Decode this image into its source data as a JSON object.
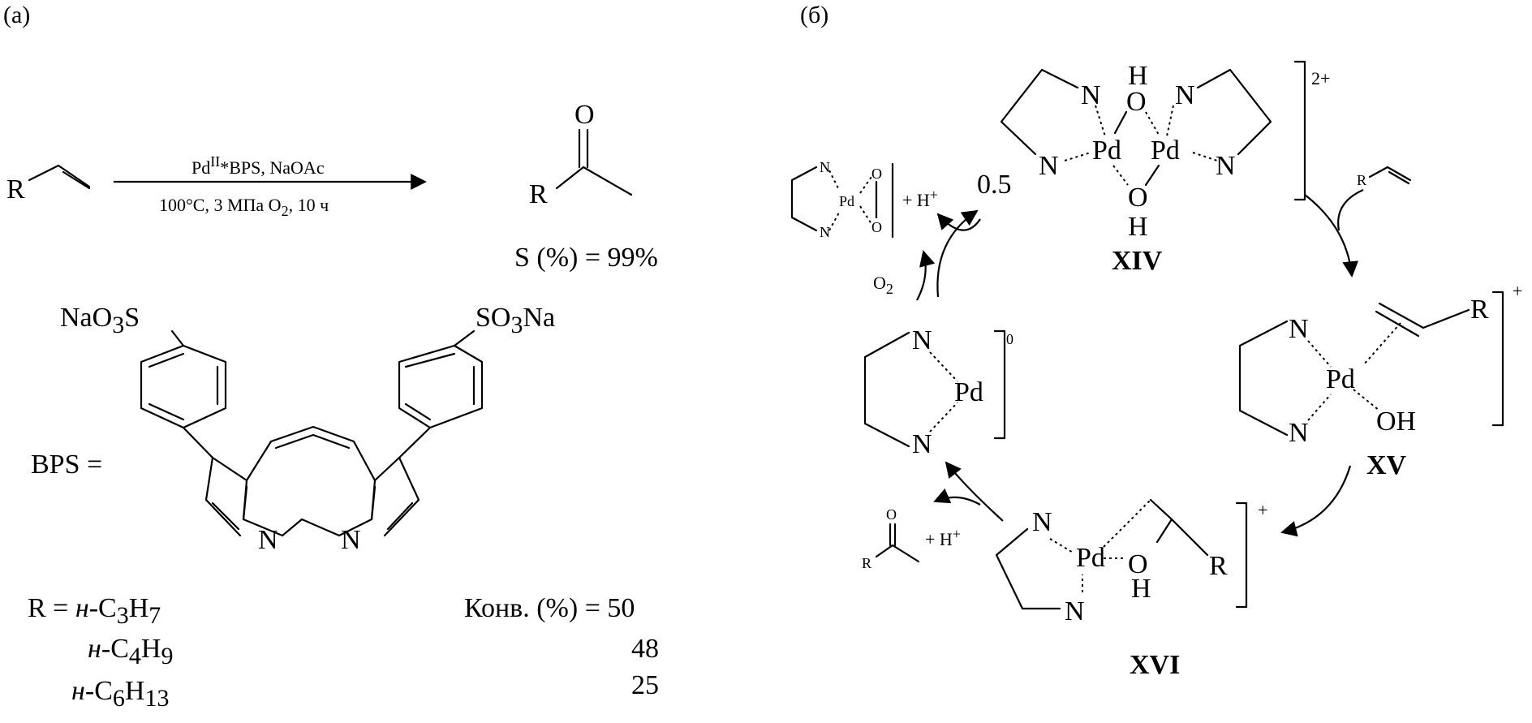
{
  "panel_a": {
    "label": "(а)",
    "reactant_r": "R",
    "catalyst_label_1": "Pd",
    "catalyst_label_sup": "II",
    "catalyst_label_2": "*BPS, NaOAc",
    "conditions_label_1": "100°C, 3 МПа O",
    "conditions_label_sub": "2",
    "conditions_label_2": ", 10 ч",
    "product_o": "O",
    "product_r": "R",
    "selectivity": "S (%) = 99%",
    "bps_label": "BPS =",
    "so3na_left_1": "NaO",
    "so3na_left_sub": "3",
    "so3na_left_2": "S",
    "so3na_right_1": "SO",
    "so3na_right_sub": "3",
    "so3na_right_2": "Na",
    "n_left": "N",
    "n_right": "N",
    "r_def_prefix": "R = ",
    "r1_1": "н",
    "r1_2": "-C",
    "r1_sub1": "3",
    "r1_3": "H",
    "r1_sub2": "7",
    "r2_1": "н",
    "r2_2": "-C",
    "r2_sub1": "4",
    "r2_3": "H",
    "r2_sub2": "9",
    "r3_1": "н",
    "r3_2": "-C",
    "r3_sub1": "6",
    "r3_3": "H",
    "r3_sub2": "13",
    "conv_header": "Конв. (%) = 50",
    "conv_2": "48",
    "conv_3": "25"
  },
  "panel_b": {
    "label": "(б)",
    "dimer_h_top": "H",
    "dimer_o_top": "O",
    "dimer_o_bottom": "O",
    "dimer_h_bottom": "H",
    "dimer_pd_left": "Pd",
    "dimer_pd_right": "Pd",
    "dimer_n1": "N",
    "dimer_n2": "N",
    "dimer_n3": "N",
    "dimer_n4": "N",
    "dimer_charge": "2+",
    "dimer_coeff": "0.5",
    "dimer_name": "XIV",
    "alkene_r": "R",
    "peroxo_n1": "N",
    "peroxo_n2": "N",
    "peroxo_pd": "Pd",
    "peroxo_o1": "O",
    "peroxo_o2": "O",
    "peroxo_plus": "+ H",
    "peroxo_plus_sup": "+",
    "o2_label": "O",
    "o2_sub": "2",
    "pd0_n1": "N",
    "pd0_n2": "N",
    "pd0_pd": "Pd",
    "pd0_charge": "0",
    "xv_r": "R",
    "xv_n1": "N",
    "xv_n2": "N",
    "xv_pd": "Pd",
    "xv_oh": "OH",
    "xv_charge": "+",
    "xv_name": "XV",
    "xvi_n1": "N",
    "xvi_n2": "N",
    "xvi_pd": "Pd",
    "xvi_o": "O",
    "xvi_h": "H",
    "xvi_r": "R",
    "xvi_charge": "+",
    "xvi_name": "XVI",
    "ketone_o": "O",
    "ketone_r": "R",
    "ketone_plus": "+ H",
    "ketone_plus_sup": "+"
  }
}
